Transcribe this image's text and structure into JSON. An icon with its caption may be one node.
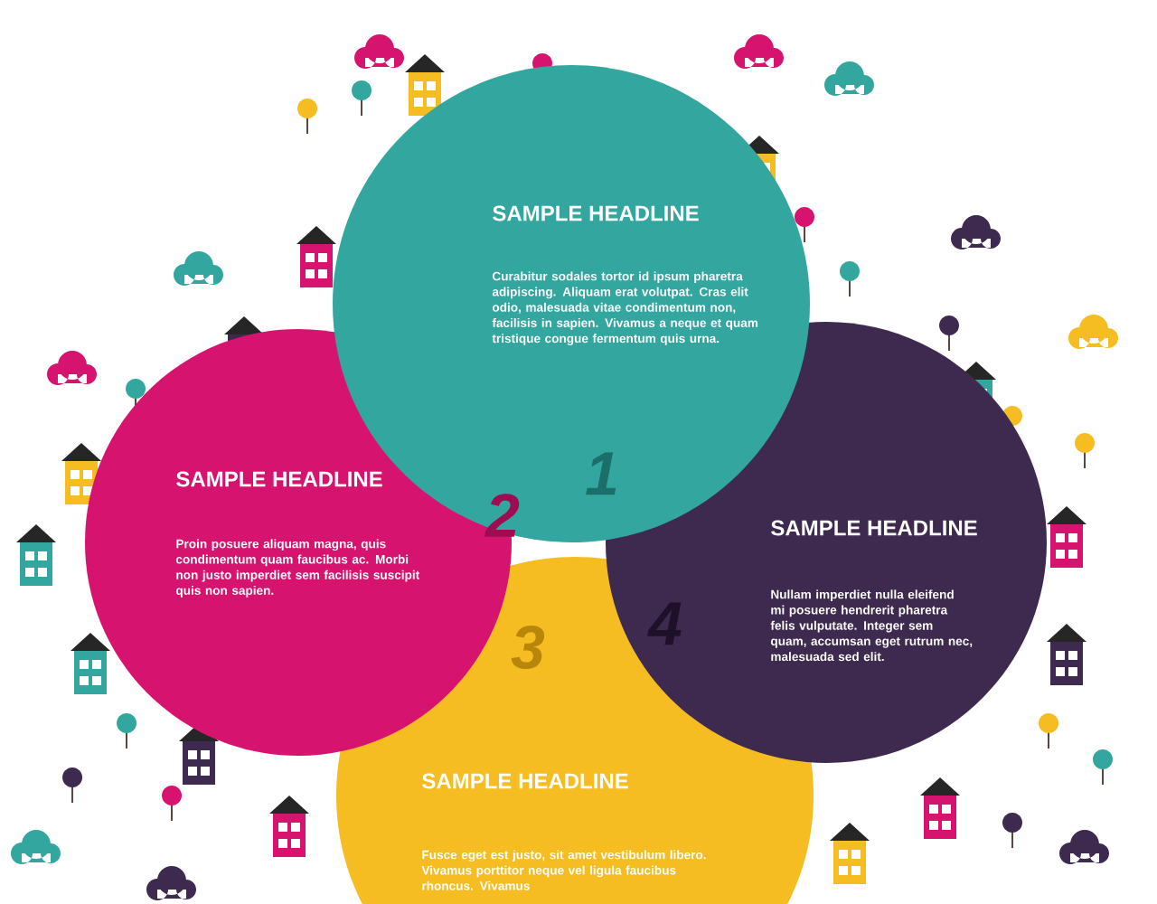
{
  "diagram": {
    "nodes": [
      {
        "text": [
          "SAMPLE HEADLINE",
          "Curabitur sodales tortor id ipsum pharetra adipiscing. Aliquam erat volutpat. Cras elit odio, malesuada vitae condimentum non, facilisis in sapien. Vivamus a neque et quam tristique congue fermentum quis urna."
        ]
      },
      {
        "text": [
          "SAMPLE HEADLINE",
          "Proin posuere aliquam magna, quis condimentum quam faucibus ac. Morbi non justo imperdiet sem facilisis suscipit quis non sapien."
        ]
      },
      {
        "text": [
          "SAMPLE HEADLINE",
          "Nullam imperdiet nulla eleifend mi posuere hendrerit pharetra felis vulputate. Integer sem quam, accumsan eget rutrum nec, malesuada sed elit."
        ]
      },
      {
        "text": [
          "SAMPLE HEADLINE",
          "Fusce eget est justo, sit amet vestibulum libero. Vivamus porttitor neque vel ligula faucibus rhoncus. Vivamus"
        ]
      }
    ],
    "labels": [
      "2",
      "1",
      "3",
      "4"
    ]
  }
}
